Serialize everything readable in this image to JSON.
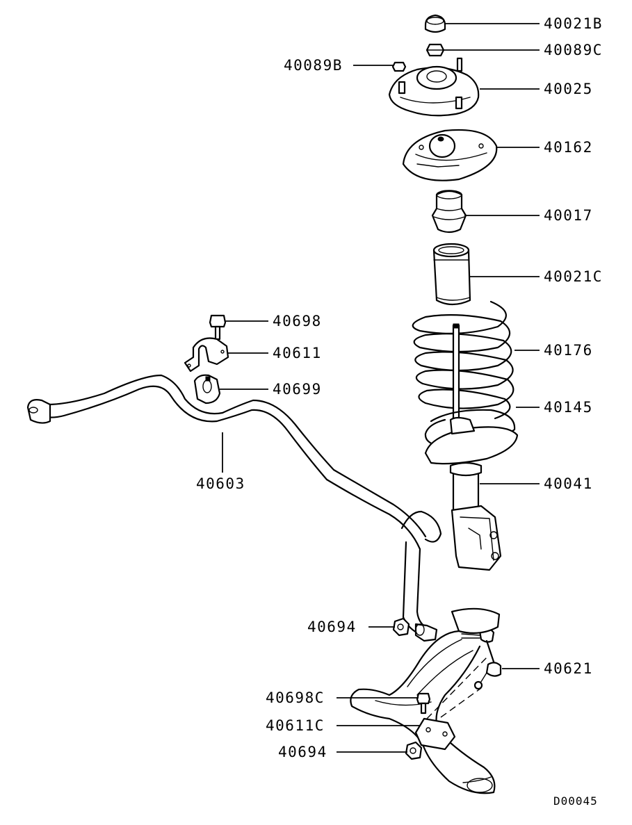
{
  "diagram": {
    "code": "D00045",
    "callouts": [
      {
        "id": "40021b",
        "label": "40021B"
      },
      {
        "id": "40089c",
        "label": "40089C"
      },
      {
        "id": "40089b",
        "label": "40089B"
      },
      {
        "id": "40025",
        "label": "40025"
      },
      {
        "id": "40162",
        "label": "40162"
      },
      {
        "id": "40017",
        "label": "40017"
      },
      {
        "id": "40021c",
        "label": "40021C"
      },
      {
        "id": "40698",
        "label": "40698"
      },
      {
        "id": "40611",
        "label": "40611"
      },
      {
        "id": "40176",
        "label": "40176"
      },
      {
        "id": "40699",
        "label": "40699"
      },
      {
        "id": "40145",
        "label": "40145"
      },
      {
        "id": "40603",
        "label": "40603"
      },
      {
        "id": "40041",
        "label": "40041"
      },
      {
        "id": "40694a",
        "label": "40694"
      },
      {
        "id": "40621",
        "label": "40621"
      },
      {
        "id": "40698c",
        "label": "40698C"
      },
      {
        "id": "40611c",
        "label": "40611C"
      },
      {
        "id": "40694b",
        "label": "40694"
      }
    ]
  }
}
